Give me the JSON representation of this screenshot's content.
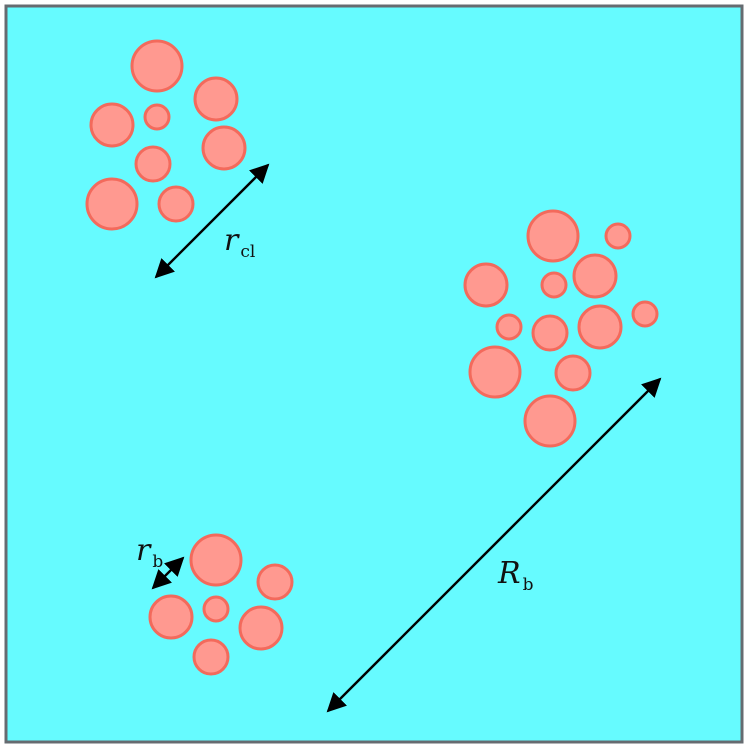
{
  "colors": {
    "background": "#66fbff",
    "frame": "#666b70",
    "bubble_fill": "#ff9990",
    "bubble_stroke": "#f36a5c",
    "arrow": "#000000"
  },
  "labels": {
    "r_cl": {
      "main": "r",
      "sub": "cl"
    },
    "r_b": {
      "main": "r",
      "sub": "b"
    },
    "R_b": {
      "main": "R",
      "sub": "b"
    }
  }
}
